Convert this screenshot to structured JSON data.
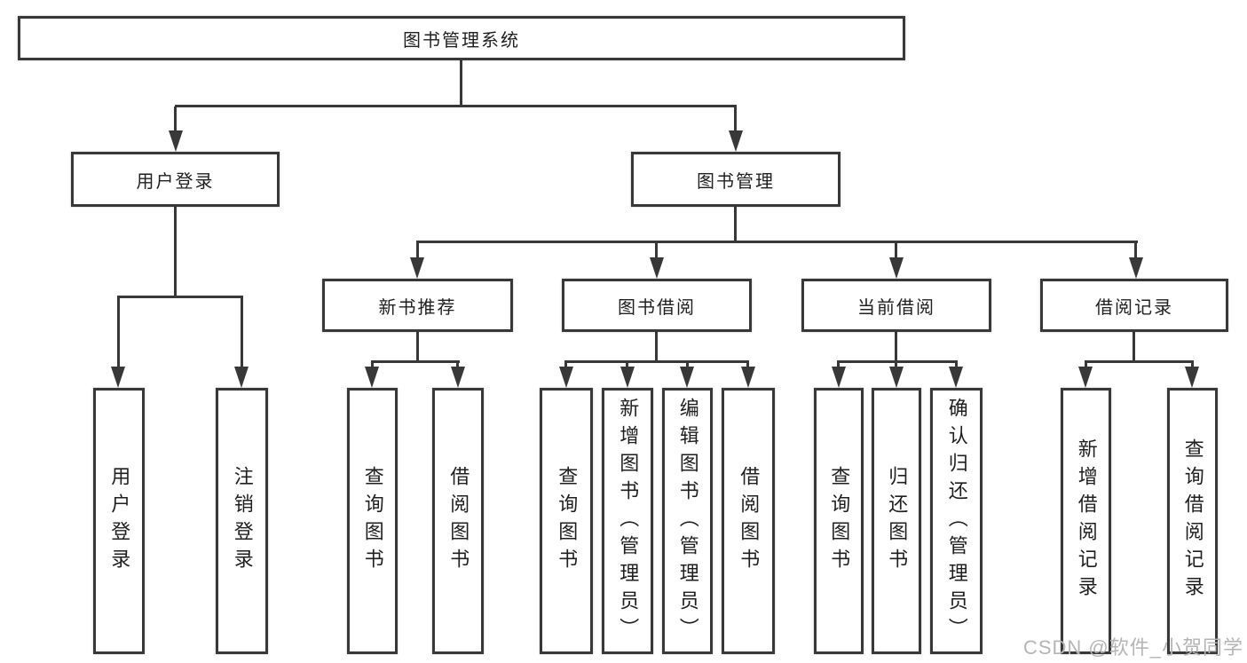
{
  "diagram": {
    "root": {
      "label": "图书管理系统"
    },
    "branches": [
      {
        "label": "用户登录",
        "children": [
          {
            "label": "用户登录"
          },
          {
            "label": "注销登录"
          }
        ]
      },
      {
        "label": "图书管理",
        "children": [
          {
            "label": "新书推荐",
            "children": [
              {
                "label": "查询图书"
              },
              {
                "label": "借阅图书"
              }
            ]
          },
          {
            "label": "图书借阅",
            "children": [
              {
                "label": "查询图书"
              },
              {
                "label": "新增图书（管理员）"
              },
              {
                "label": "编辑图书（管理员）"
              },
              {
                "label": "借阅图书"
              }
            ]
          },
          {
            "label": "当前借阅",
            "children": [
              {
                "label": "查询图书"
              },
              {
                "label": "归还图书"
              },
              {
                "label": "确认归还（管理员）"
              }
            ]
          },
          {
            "label": "借阅记录",
            "children": [
              {
                "label": "新增借阅记录"
              },
              {
                "label": "查询借阅记录"
              }
            ]
          }
        ]
      }
    ]
  },
  "watermark": {
    "text": "CSDN @软件_小贺同学"
  },
  "colors": {
    "line": "#383838",
    "text": "#1f1f1f",
    "watermark": "#b5b5b5",
    "background": "#ffffff"
  }
}
